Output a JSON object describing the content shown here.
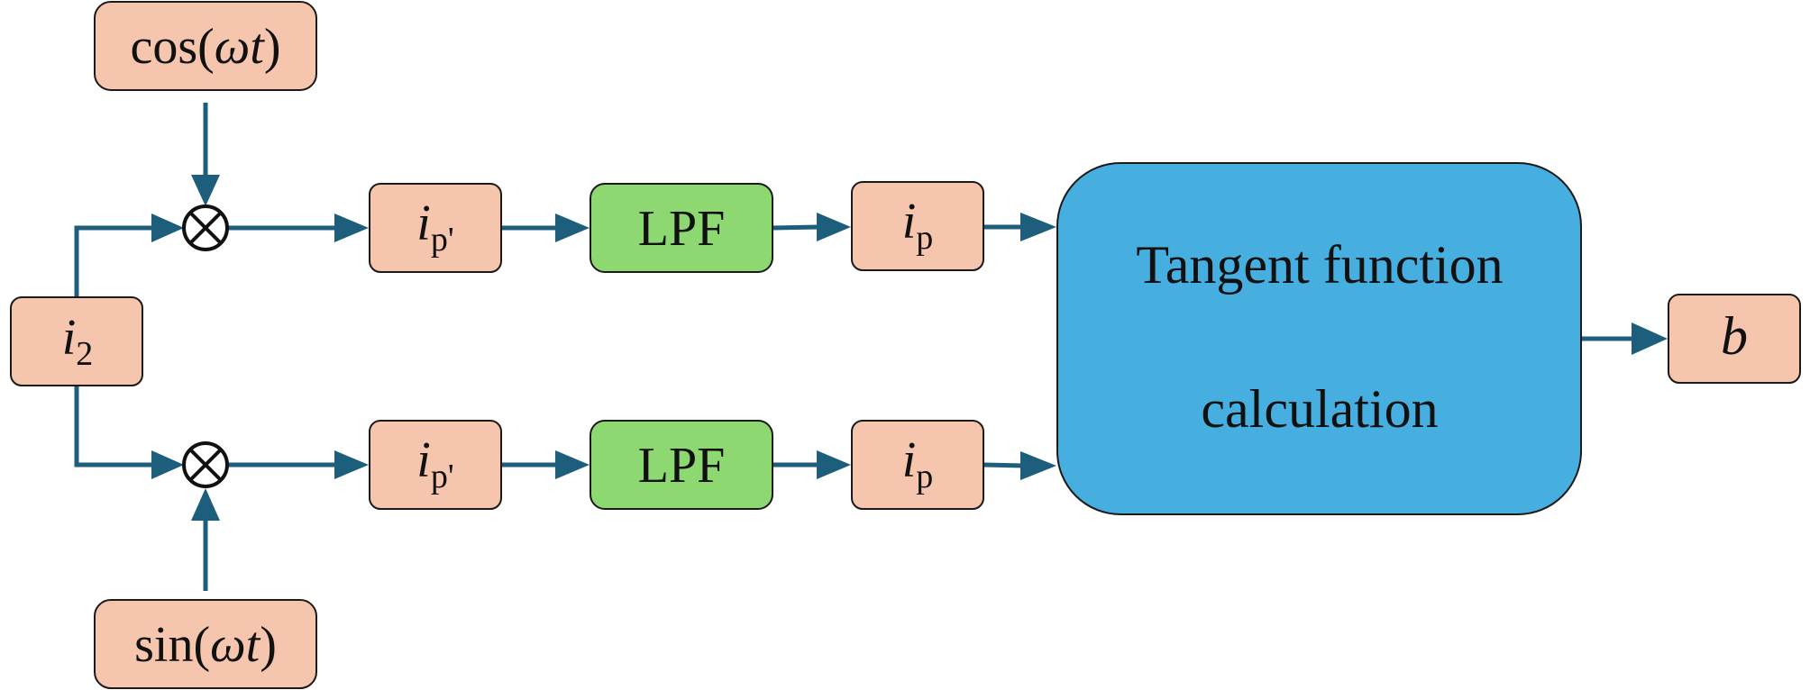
{
  "blocks": {
    "cos_ref": {
      "fn": "cos(",
      "var": "ωt",
      "close": ")"
    },
    "sin_ref": {
      "fn": "sin(",
      "var": "ωt",
      "close": ")"
    },
    "input": {
      "main": "i",
      "sub": "2"
    },
    "ip_prime_top": {
      "main": "i",
      "sub": "p'"
    },
    "ip_prime_bottom": {
      "main": "i",
      "sub": "p'"
    },
    "lpf_top": {
      "label": "LPF"
    },
    "lpf_bottom": {
      "label": "LPF"
    },
    "ip_top": {
      "main": "i",
      "sub": "p"
    },
    "ip_bottom": {
      "main": "i",
      "sub": "p"
    },
    "tangent": {
      "line1": "Tangent function",
      "line2": "calculation"
    },
    "output": {
      "label": "b"
    }
  },
  "colors": {
    "peach": "#f5c6ad",
    "green": "#8ed872",
    "blue": "#47aee0",
    "wire": "#1d5e7c"
  }
}
